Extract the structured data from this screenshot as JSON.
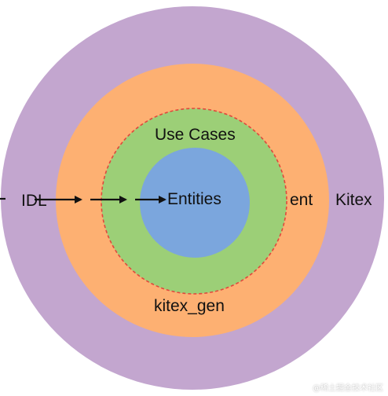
{
  "diagram": {
    "layers": [
      {
        "label": "Kitex",
        "color": "#c3a6cf"
      },
      {
        "label": "kitex_gen",
        "color": "#fdb072"
      },
      {
        "label": "ent",
        "color": ""
      },
      {
        "label": "Use Cases",
        "color": "#9ccf77"
      },
      {
        "label": "Entities",
        "color": "#7ba6dd"
      }
    ],
    "input_label": "IDL",
    "boundary_color": "#e0483d",
    "arrow_color": "#111111"
  },
  "watermark": "@稀土掘金技术社区"
}
